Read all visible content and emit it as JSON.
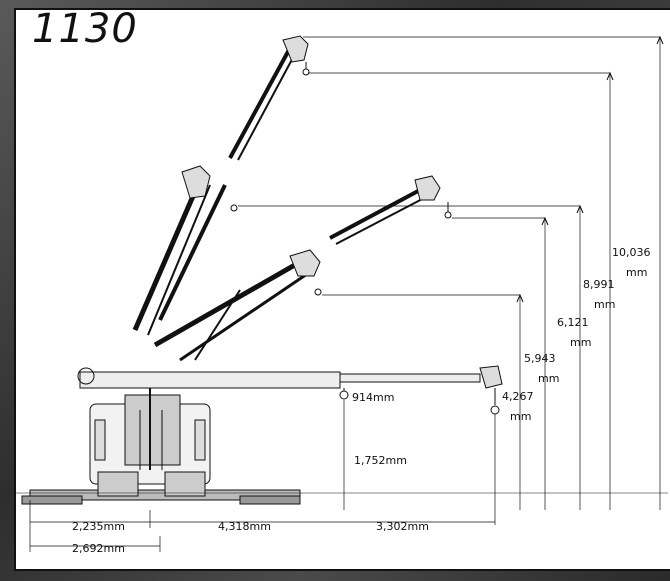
{
  "model": "1130",
  "heights": {
    "h1": "10,036",
    "h1_unit": "mm",
    "h2_line1": "8,991",
    "h2_line2": "mm",
    "h3_line1": "6,121",
    "h3_line2": "mm",
    "h4_line1": "5,943",
    "h4_line2": "mm",
    "h5_line1": "4,267",
    "h5_line2": "mm"
  },
  "dimensions": {
    "hook_drop": "914mm",
    "base_height": "1,752mm",
    "d1": "2,235mm",
    "d2": "4,318mm",
    "d3": "3,302mm",
    "d4": "2,692mm"
  },
  "colors": {
    "line": "#111111",
    "background": "#ffffff",
    "frame": "#3a3a3a"
  }
}
